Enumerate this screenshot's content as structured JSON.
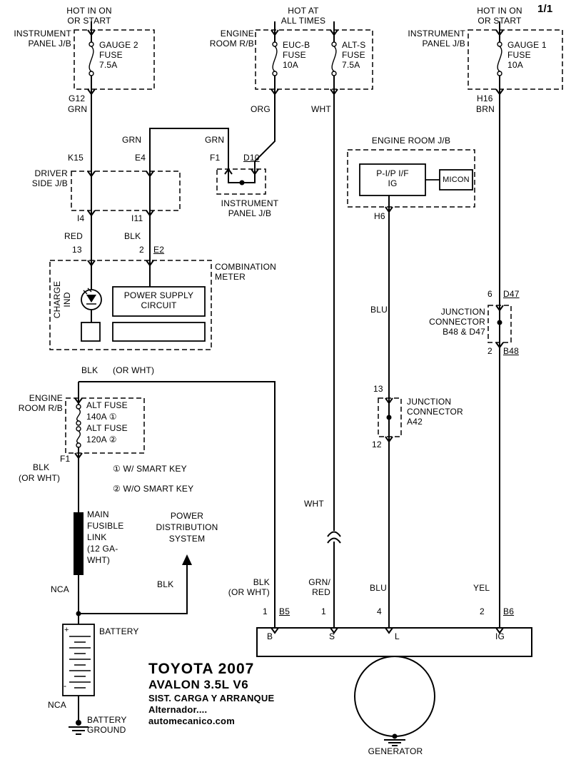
{
  "page_number": "1/1",
  "power_sources": {
    "ignition_left": "HOT IN ON\nOR START",
    "battery_feed": "HOT AT\nALL TIMES",
    "ignition_right": "HOT IN ON\nOR START"
  },
  "fuses": {
    "gauge2": "GAUGE 2\nFUSE\n7.5A",
    "euc_b": "EUC-B\nFUSE\n10A",
    "alt_s": "ALT-S\nFUSE\n7.5A",
    "gauge1": "GAUGE 1\nFUSE\n10A"
  },
  "components": {
    "instrument_panel_jb": "INSTRUMENT\nPANEL J/B",
    "engine_room_rb": "ENGINE\nROOM R/B",
    "driver_side_jb": "DRIVER\nSIDE J/B",
    "engine_room_jb": "ENGINE ROOM J/B",
    "pip_if": "P-I/P I/F\nIG",
    "micon": "MICON",
    "combination_meter": "COMBINATION\nMETER",
    "charge_ind": "CHARGE\nIND",
    "power_supply_circuit": "POWER SUPPLY\nCIRCUIT",
    "junction_connector_b48": "JUNCTION\nCONNECTOR\nB48 & D47",
    "junction_connector_a42": "JUNCTION\nCONNECTOR\nA42",
    "alt_fuses": "ALT FUSE\n140A ①\nALT FUSE\n120A ②",
    "main_fusible_link": "MAIN\nFUSIBLE\nLINK\n(12 GA-\nWHT)",
    "power_distribution": "POWER\nDISTRIBUTION\nSYSTEM",
    "battery": "BATTERY",
    "battery_ground": "BATTERY\nGROUND",
    "generator": "GENERATOR"
  },
  "wires": {
    "grn": "GRN",
    "org": "ORG",
    "wht": "WHT",
    "brn": "BRN",
    "red": "RED",
    "blk": "BLK",
    "blu": "BLU",
    "yel": "YEL",
    "or_wht": "(OR WHT)",
    "blk_or_wht": "BLK\n(OR WHT)",
    "grn_red": "GRN/\nRED",
    "nca": "NCA"
  },
  "pins": {
    "g12": "G12",
    "h16": "H16",
    "k15": "K15",
    "e4": "E4",
    "f1": "F1",
    "d10": "D10",
    "i4": "I4",
    "i11": "I11",
    "n13": "13",
    "n2": "2",
    "e2": "E2",
    "h6": "H6",
    "n6": "6",
    "d47": "D47",
    "b48": "B48",
    "n12": "12",
    "n1": "1",
    "b5": "B5",
    "n4": "4",
    "b6": "B6"
  },
  "terminals": {
    "b": "B",
    "s": "S",
    "l": "L",
    "ig": "IG"
  },
  "battery_symbols": {
    "plus": "+",
    "minus": "-"
  },
  "notes": {
    "smart_key": "①  W/ SMART KEY",
    "no_smart_key": "②  W/O SMART KEY"
  },
  "footer": {
    "make_year": "TOYOTA 2007",
    "model": "AVALON 3.5L V6",
    "system": "SIST. CARGA Y ARRANQUE",
    "subsystem": "Alternador....",
    "site": "automecanico.com"
  }
}
